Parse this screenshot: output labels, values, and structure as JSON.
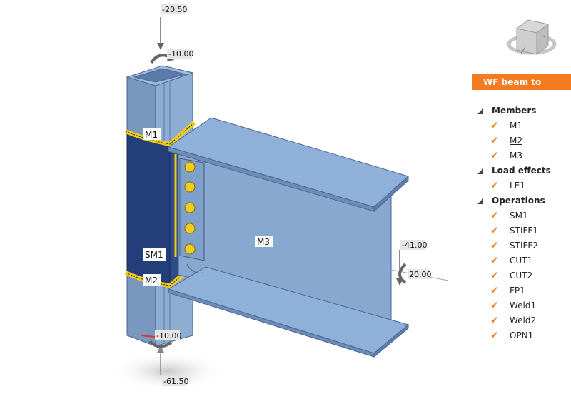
{
  "loads": {
    "top_force": "-20.50",
    "top_moment": "-10.00",
    "bottom_moment": "-10.00",
    "bottom_force": "-61.50",
    "beam_force": "-41.00",
    "beam_moment": "20.00"
  },
  "members": {
    "m1": "M1",
    "m2": "M2",
    "m3": "M3",
    "sm1": "SM1"
  },
  "tree": {
    "title": "WF beam to HSS",
    "groups": [
      {
        "label": "Members",
        "items": [
          {
            "label": "M1"
          },
          {
            "label": "M2"
          },
          {
            "label": "M3"
          }
        ]
      },
      {
        "label": "Load effects",
        "items": [
          {
            "label": "LE1"
          }
        ]
      },
      {
        "label": "Operations",
        "items": [
          {
            "label": "SM1"
          },
          {
            "label": "STIFF1"
          },
          {
            "label": "STIFF2"
          },
          {
            "label": "CUT1"
          },
          {
            "label": "CUT2"
          },
          {
            "label": "FP1"
          },
          {
            "label": "Weld1"
          },
          {
            "label": "Weld2"
          },
          {
            "label": "OPN1"
          }
        ]
      }
    ]
  },
  "icons": {
    "check": "✔",
    "group_toggle": "collapse-triangle",
    "view_cube": "view-cube-icon"
  },
  "colors": {
    "accent": "#f47b20",
    "steel": "#7f9ec8",
    "plate_dark": "#243e7a",
    "weld": "#f2cc1a"
  }
}
